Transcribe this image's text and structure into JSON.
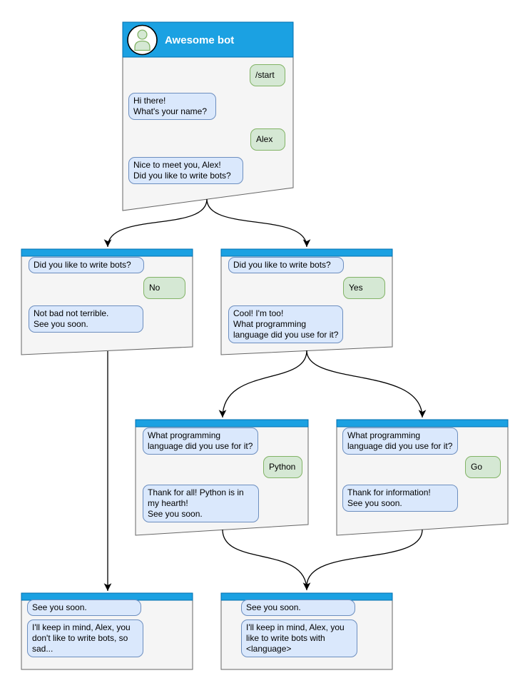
{
  "main": {
    "title": "Awesome bot",
    "avatar_icon": "person",
    "messages": [
      {
        "from": "user",
        "text": "/start"
      },
      {
        "from": "bot",
        "text": "Hi there!\nWhat's your name?"
      },
      {
        "from": "user",
        "text": "Alex"
      },
      {
        "from": "bot",
        "text": "Nice to meet you, Alex!\nDid you like to write bots?"
      }
    ]
  },
  "branch_no": {
    "messages": [
      {
        "from": "bot",
        "text": "Did you like to write bots?"
      },
      {
        "from": "user",
        "text": "No"
      },
      {
        "from": "bot",
        "text": "Not bad not terrible.\nSee you soon."
      }
    ]
  },
  "branch_yes": {
    "messages": [
      {
        "from": "bot",
        "text": "Did you like to write bots?"
      },
      {
        "from": "user",
        "text": "Yes"
      },
      {
        "from": "bot",
        "text": "Cool! I'm too!\nWhat programming\nlanguage did you use for it?"
      }
    ]
  },
  "lang_python": {
    "messages": [
      {
        "from": "bot",
        "text": "What programming\nlanguage did you use for it?"
      },
      {
        "from": "user",
        "text": "Python"
      },
      {
        "from": "bot",
        "text": "Thank for all! Python is in\nmy hearth!\nSee you soon."
      }
    ]
  },
  "lang_go": {
    "messages": [
      {
        "from": "bot",
        "text": "What programming\nlanguage did you use for it?"
      },
      {
        "from": "user",
        "text": "Go"
      },
      {
        "from": "bot",
        "text": "Thank for information!\nSee you soon."
      }
    ]
  },
  "end_no": {
    "messages": [
      {
        "from": "bot",
        "text": "See you soon."
      },
      {
        "from": "bot",
        "text": "I'll keep in mind, Alex, you\ndon't like to write bots, so\nsad..."
      }
    ]
  },
  "end_yes": {
    "messages": [
      {
        "from": "bot",
        "text": "See you soon."
      },
      {
        "from": "bot",
        "text": "I'll keep in mind, Alex, you\nlike to write bots with\n<language>"
      }
    ]
  },
  "colors": {
    "header": "#1ba1e2",
    "header_border": "#006eaf",
    "window_bg": "#f5f5f5",
    "window_border": "#666666",
    "bot_bubble_bg": "#dae8fc",
    "bot_bubble_border": "#6c8ebf",
    "user_bubble_bg": "#d5e8d4",
    "user_bubble_border": "#82b366",
    "arrow": "#000000"
  }
}
